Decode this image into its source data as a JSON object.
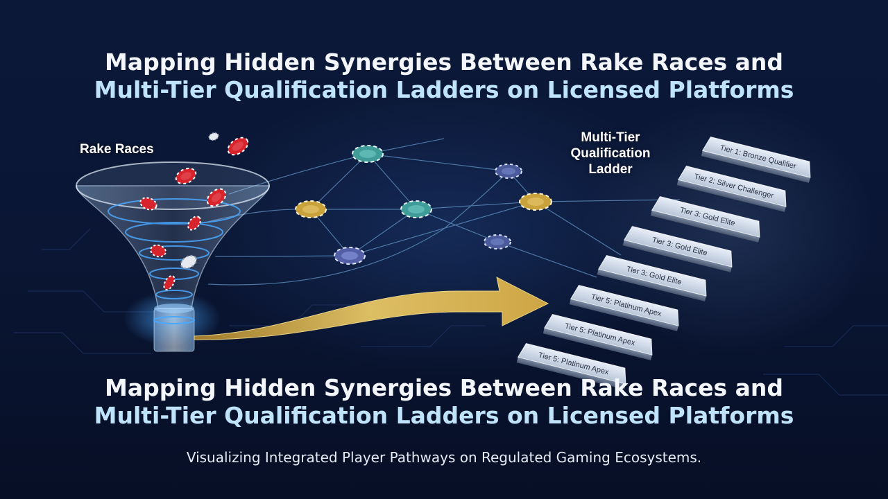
{
  "title": {
    "line1": "Mapping Hidden Synergies Between Rake Races and",
    "line2": "Multi-Tier Qualification Ladders on Licensed Platforms"
  },
  "bottom_title": {
    "line1": "Mapping Hidden Synergies Between Rake Races and",
    "line2": "Multi-Tier Qualification Ladders on Licensed Platforms"
  },
  "subtitle": "Visualizing Integrated Player Pathways on Regulated Gaming Ecosystems.",
  "rake_races_label": "Rake Races",
  "ladder_label": [
    "Multi-Tier",
    "Qualification",
    "Ladder"
  ],
  "tiers": [
    "Tier 1: Bronze Qualifier",
    "Tier 2: Silver Challenger",
    "Tier 3: Gold Elite",
    "Tier 3: Gold Elite",
    "Tier 3: Gold Elite",
    "Tier 5: Platinum Apex",
    "Tier 5: Platinum Apex",
    "Tier 5: Platinum Apex"
  ],
  "colors": {
    "background": "#0a1430",
    "title_primary": "#f3f6fb",
    "title_accent": "#bfe3fa",
    "arrow_gold": "#d9b24a",
    "chip_red": "#d8242c",
    "chip_teal": "#3f9c98",
    "chip_gold": "#c9a23c",
    "chip_blue": "#4a5a9a"
  },
  "icons": [
    "funnel-icon",
    "poker-chip-icon",
    "gold-arrow-icon",
    "network-node-icon"
  ]
}
